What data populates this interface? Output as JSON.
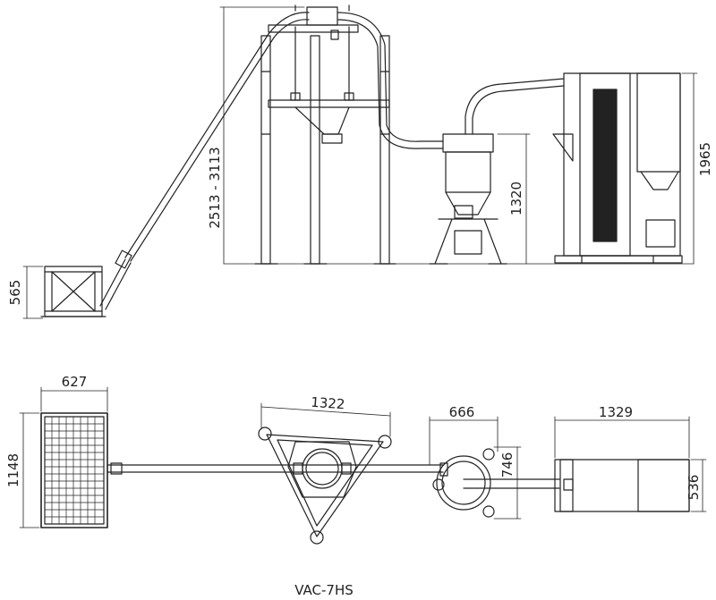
{
  "caption": "VAC-7HS",
  "dimensions": {
    "feed_hopper_height": "565",
    "overall_height_range": "2513 - 3113",
    "cyclone_height": "1320",
    "cabinet_height": "1965",
    "hopper_width_top": "627",
    "hopper_depth_top": "1148",
    "tripod_span": "1322",
    "cyclone_width": "666",
    "cyclone_depth": "746",
    "cabinet_width": "1329",
    "cabinet_depth": "536"
  }
}
